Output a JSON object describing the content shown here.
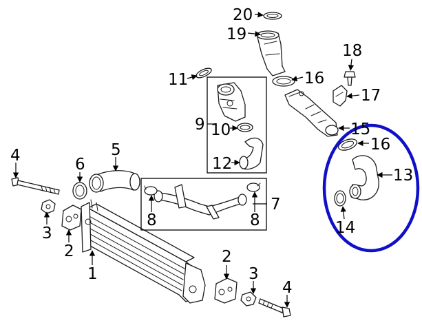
{
  "diagram": {
    "callouts": {
      "c1": "1",
      "c2a": "2",
      "c2b": "2",
      "c3a": "3",
      "c3b": "3",
      "c4a": "4",
      "c4b": "4",
      "c5": "5",
      "c6": "6",
      "c7": "7",
      "c8a": "8",
      "c8b": "8",
      "c9": "9",
      "c10": "10",
      "c11": "11",
      "c12": "12",
      "c13": "13",
      "c14": "14",
      "c15": "15",
      "c16a": "16",
      "c16b": "16",
      "c17": "17",
      "c18": "18",
      "c19": "19",
      "c20": "20"
    },
    "highlight_color": "#1010c8"
  }
}
